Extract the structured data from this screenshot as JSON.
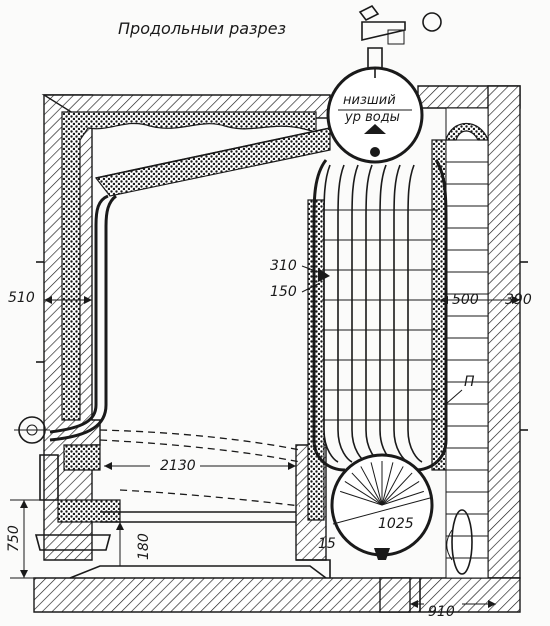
{
  "diagram": {
    "title": "Продольныи разрез",
    "steam_drum": {
      "label_line1": "низший",
      "label_line2": "ур воды"
    },
    "labels": {
      "superheater_top": "310",
      "superheater_bottom": "150",
      "wall_left": "510",
      "wall_right_inner": "500",
      "wall_right_outer": "390",
      "pipe_marker": "П",
      "grate_length": "2130",
      "grate_height": "750",
      "ash_height": "180",
      "drum_offset": "15",
      "mud_drum_diameter": "1025",
      "foundation_length": "910"
    }
  }
}
